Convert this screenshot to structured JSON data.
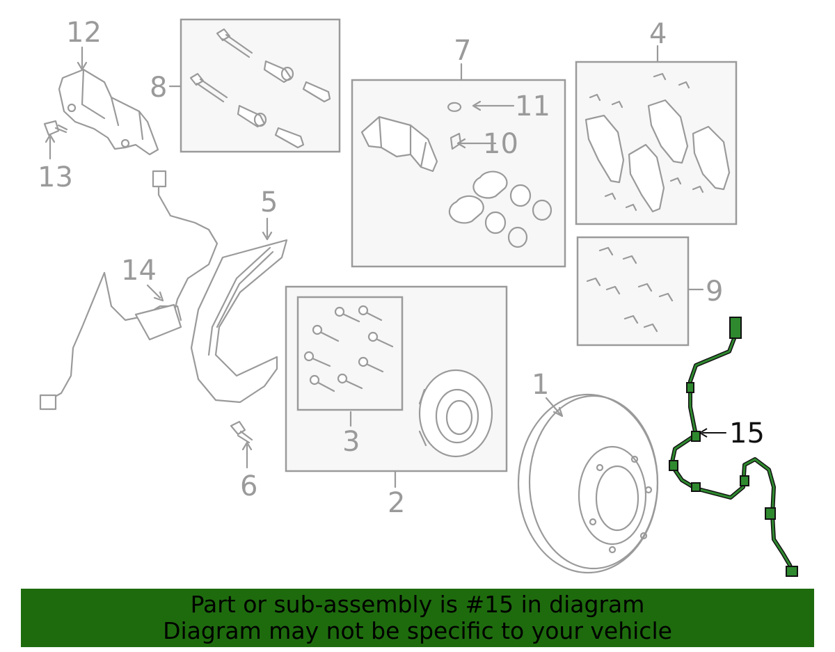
{
  "callouts": {
    "c1": "1",
    "c2": "2",
    "c3": "3",
    "c4": "4",
    "c5": "5",
    "c6": "6",
    "c7": "7",
    "c8": "8",
    "c9": "9",
    "c10": "10",
    "c11": "11",
    "c12": "12",
    "c13": "13",
    "c14": "14",
    "c15": "15"
  },
  "banner": {
    "line1": "Part or sub-assembly is #15 in diagram",
    "line2": "Diagram may not be specific to your vehicle"
  },
  "colors": {
    "part_line": "#9a9a9a",
    "highlight_part": "#2f8a2f",
    "banner_bg": "#1e6b0e"
  }
}
